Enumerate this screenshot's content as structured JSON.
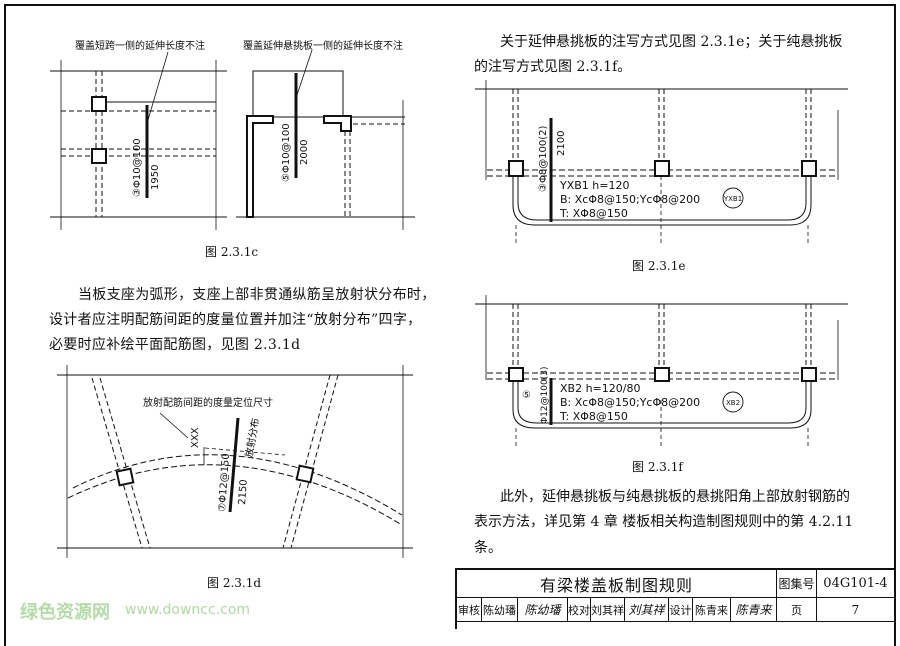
{
  "fig_c": {
    "note_left": "覆盖短跨一侧的延伸长度不注",
    "note_right": "覆盖延伸悬挑板一侧的延伸长度不注",
    "rebar_left": "③Φ10@100",
    "len_left": "1950",
    "rebar_right": "⑤Φ10@100",
    "len_right": "2000",
    "caption": "图 2.3.1c"
  },
  "para_d": [
    "当板支座为弧形，支座上部非贯通纵筋呈放射状分布时，",
    "设计者应注明配筋间距的度量位置并加注“放射分布”四字，",
    "必要时应补绘平面配筋图，见图 2.3.1d"
  ],
  "fig_d": {
    "note": "放射配筋间距的度量定位尺寸",
    "dim": "XXX",
    "rebar": "⑦Φ12@150",
    "len": "2150",
    "radial": "放射分布",
    "caption": "图 2.3.1d"
  },
  "para_e": [
    "关于延伸悬挑板的注写方式见图 2.3.1e；关于纯悬挑板",
    "的注写方式见图 2.3.1f。"
  ],
  "fig_e": {
    "rebar": "③Φ8@100(2)",
    "len": "2100",
    "line1": "YXB1 h=120",
    "line2": "B: XcΦ8@150;YcΦ8@200",
    "line3": "T: XΦ8@150",
    "tag": "YXB1",
    "caption": "图 2.3.1e"
  },
  "fig_f": {
    "rebar_num": "⑤",
    "rebar": "Φ12@100(3)",
    "line1": "XB2 h=120/80",
    "line2": "B: XcΦ8@150;YcΦ8@200",
    "line3": "T: XΦ8@150",
    "tag": "XB2",
    "caption": "图 2.3.1f"
  },
  "para_end": [
    "此外，延伸悬挑板与纯悬挑板的悬挑阳角上部放射钢筋的",
    "表示方法，详见第 4 章  楼板相关构造制图规则中的第 4.2.11",
    "条。"
  ],
  "title_block": {
    "title": "有梁楼盖板制图规则",
    "atlas_label": "图集号",
    "atlas_no": "04G101-4",
    "review_label": "审核",
    "reviewer": "陈幼璠",
    "reviewer_sig": "陈幼璠",
    "check_label": "校对",
    "checker": "刘其祥",
    "checker_sig": "刘其祥",
    "design_label": "设计",
    "designer": "陈青来",
    "designer_sig": "陈青来",
    "page_label": "页",
    "page_no": "7"
  },
  "watermark": {
    "text": "绿色资源网",
    "url": "www.downcc.com"
  }
}
